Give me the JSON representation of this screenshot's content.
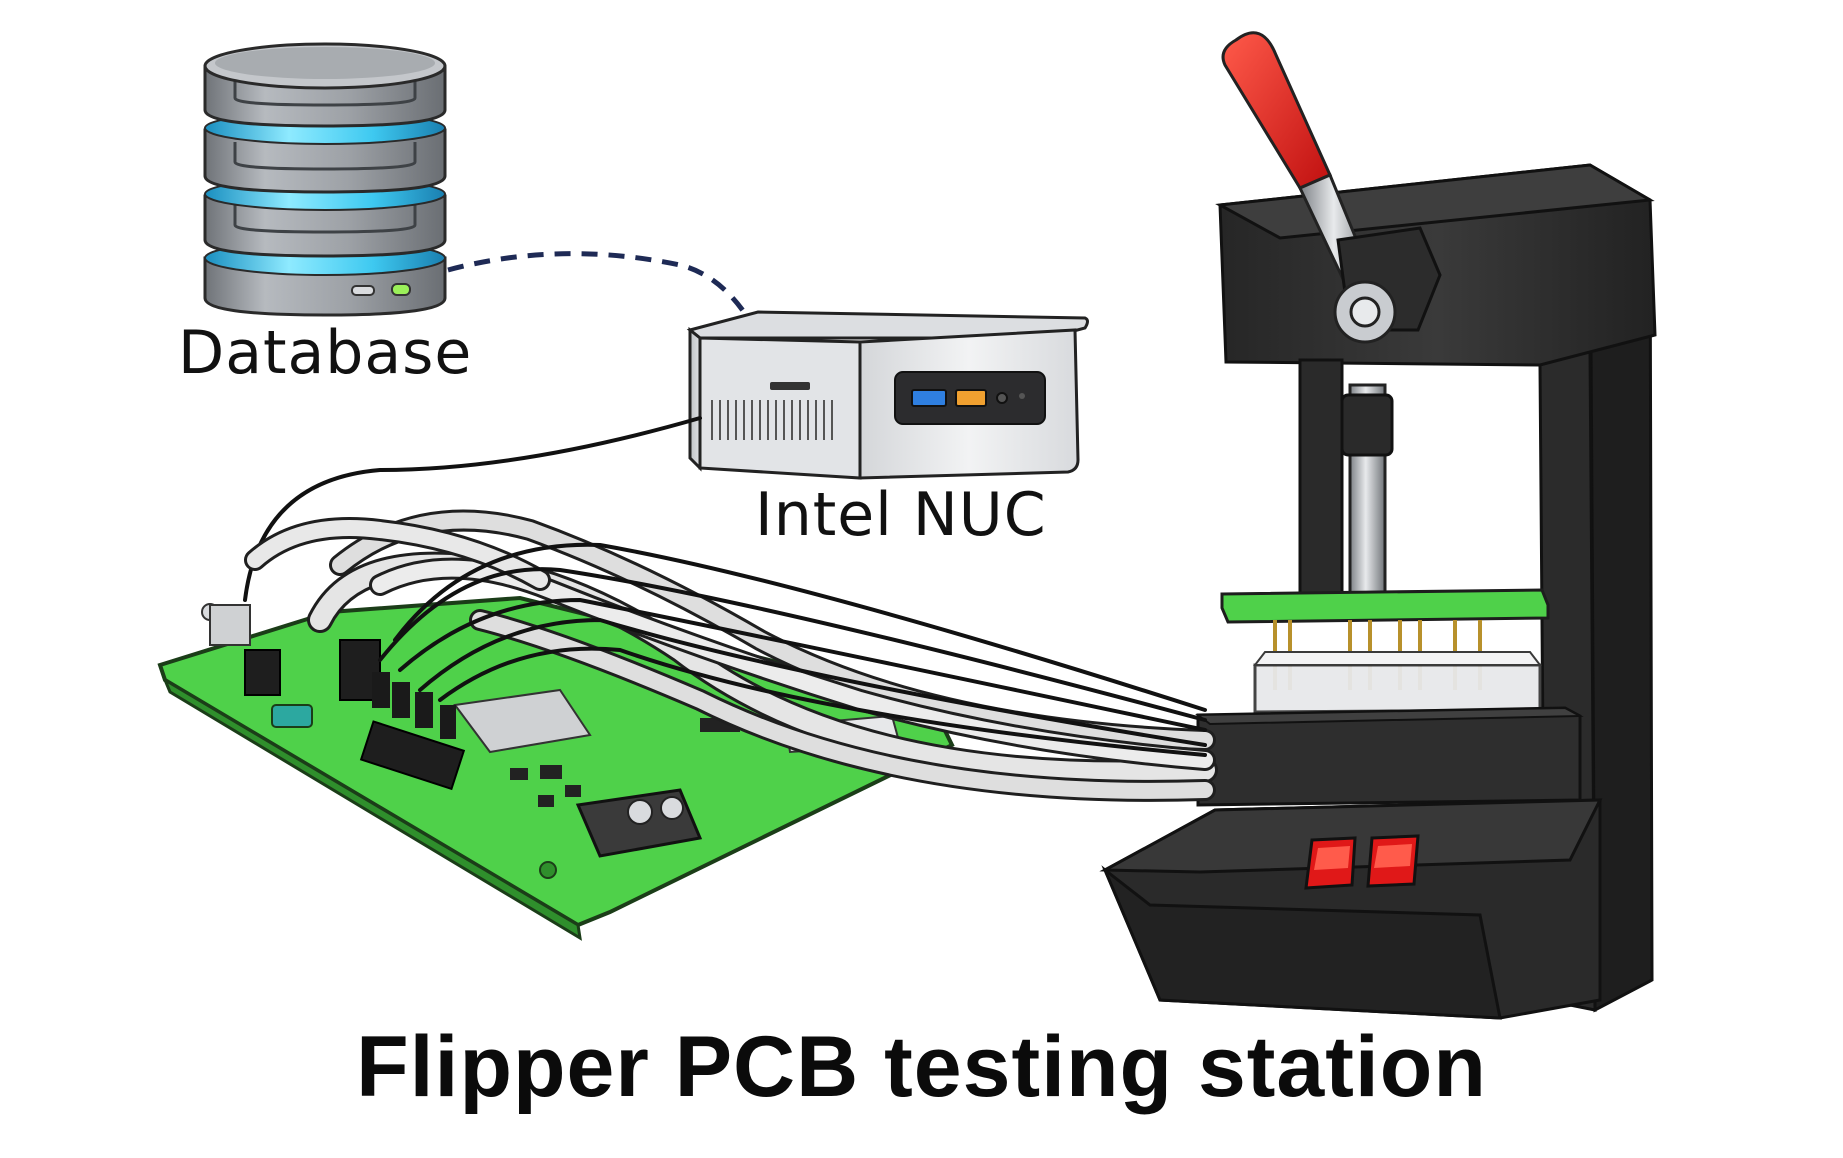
{
  "labels": {
    "database": "Database",
    "nuc": "Intel NUC",
    "title": "Flipper PCB testing station"
  },
  "icons": [
    "database-icon",
    "intel-nuc-icon",
    "pcb-board-icon",
    "test-press-icon",
    "cable-bundle-icon",
    "pogo-pin-fixture-icon"
  ],
  "colors": {
    "pcb_green": "#4fd14a",
    "press_body": "#2e2e2e",
    "lever_red": "#e0201c",
    "switch_red": "#e01818",
    "db_glow": "#3ec9f0",
    "db_body": "#9a9ea3",
    "nuc_body": "#e6e7e9",
    "cable_gray": "#dedede",
    "dashed_link": "#1e2a55"
  }
}
